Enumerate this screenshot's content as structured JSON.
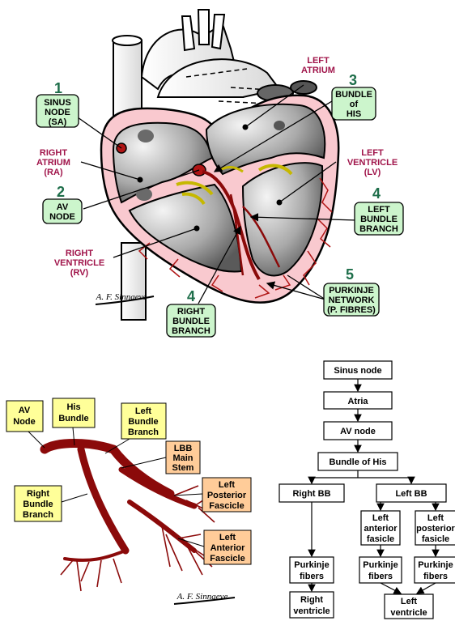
{
  "heart": {
    "steps": [
      {
        "num": "1",
        "lines": [
          "SINUS",
          "NODE",
          "(SA)"
        ]
      },
      {
        "num": "2",
        "lines": [
          "AV",
          "NODE"
        ]
      },
      {
        "num": "3",
        "lines": [
          "BUNDLE",
          "of",
          "HIS"
        ]
      },
      {
        "num": "4",
        "lines": [
          "LEFT",
          "BUNDLE",
          "BRANCH"
        ]
      },
      {
        "num": "4",
        "lines": [
          "RIGHT",
          "BUNDLE",
          "BRANCH"
        ]
      },
      {
        "num": "5",
        "lines": [
          "PURKINJE",
          "NETWORK",
          "(P. FIBRES)"
        ]
      }
    ],
    "chambers": {
      "left_atrium": [
        "LEFT",
        "ATRIUM"
      ],
      "right_atrium": [
        "RIGHT",
        "ATRIUM",
        "(RA)"
      ],
      "left_ventricle": [
        "LEFT",
        "VENTRICLE",
        "(LV)"
      ],
      "right_ventricle": [
        "RIGHT",
        "VENTRICLE",
        "(RV)"
      ]
    },
    "signature": "A. F. Sinnaeve"
  },
  "branches": {
    "labels": {
      "av_node": [
        "AV",
        "Node"
      ],
      "his_bundle": [
        "His",
        "Bundle"
      ],
      "left_bundle_branch": [
        "Left",
        "Bundle",
        "Branch"
      ],
      "lbb_main_stem": [
        "LBB",
        "Main",
        "Stem"
      ],
      "right_bundle_branch": [
        "Right",
        "Bundle",
        "Branch"
      ],
      "left_posterior_fascicle": [
        "Left",
        "Posterior",
        "Fascicle"
      ],
      "left_anterior_fascicle": [
        "Left",
        "Anterior",
        "Fascicle"
      ]
    },
    "signature": "A. F. Sinnaeve"
  },
  "flowchart": {
    "sinus_node": "Sinus node",
    "atria": "Atria",
    "av_node": "AV node",
    "bundle_of_his": "Bundle of His",
    "right_bb": "Right BB",
    "left_bb": "Left BB",
    "left_anterior_fasicle": [
      "Left",
      "anterior",
      "fasicle"
    ],
    "left_posterior_fasicle": [
      "Left",
      "posterior",
      "fasicle"
    ],
    "purkinje_right": [
      "Purkinje",
      "fibers"
    ],
    "purkinje_mid": [
      "Purkinje",
      "fibers"
    ],
    "purkinje_far": [
      "Purkinje",
      "fibers"
    ],
    "right_ventricle": [
      "Right",
      "ventricle"
    ],
    "left_ventricle": [
      "Left",
      "ventricle"
    ]
  },
  "colors": {
    "green_box": "#ccf5cc",
    "green_num": "#1e6e4a",
    "chamber_label": "#a0144a",
    "yellow_box": "#ffff99",
    "orange_box": "#ffcc99",
    "conduction": "#8b0a0a",
    "pericardium": "#f9c9cf"
  }
}
